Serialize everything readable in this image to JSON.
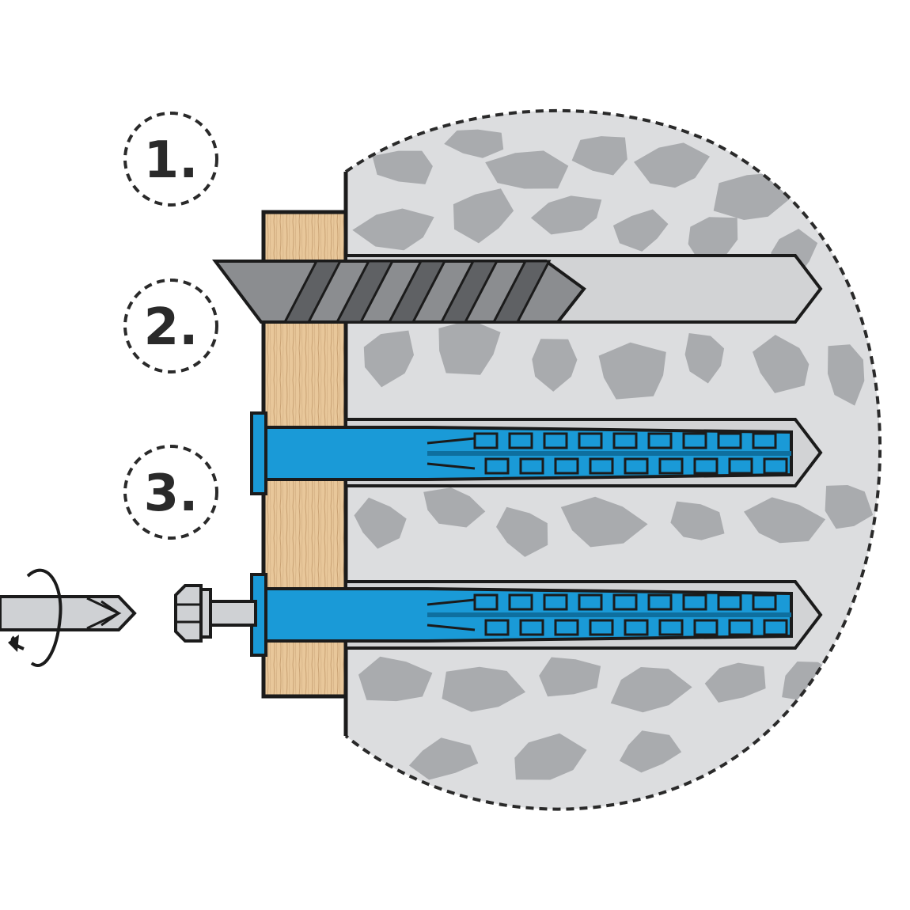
{
  "steps": [
    {
      "label": "1.",
      "action": "drill"
    },
    {
      "label": "2.",
      "action": "insert-plug"
    },
    {
      "label": "3.",
      "action": "drive-screw"
    }
  ],
  "colors": {
    "background": "#ffffff",
    "masonry": "#dcdddf",
    "stone": "#a9abae",
    "wood": "#e8c79a",
    "wood_grain": "#c9a274",
    "drill_bit": "#8b8d90",
    "hole": "#d2d3d5",
    "plug": "#1a9ad7",
    "plug_dark": "#0e6f9f",
    "outline": "#1b1b1b",
    "screw": "#cfd1d4"
  },
  "icons": [
    "drill-bit-icon",
    "wall-plug-icon",
    "hex-screw-icon",
    "screwdriver-bit-icon",
    "rotation-arrow-icon"
  ]
}
